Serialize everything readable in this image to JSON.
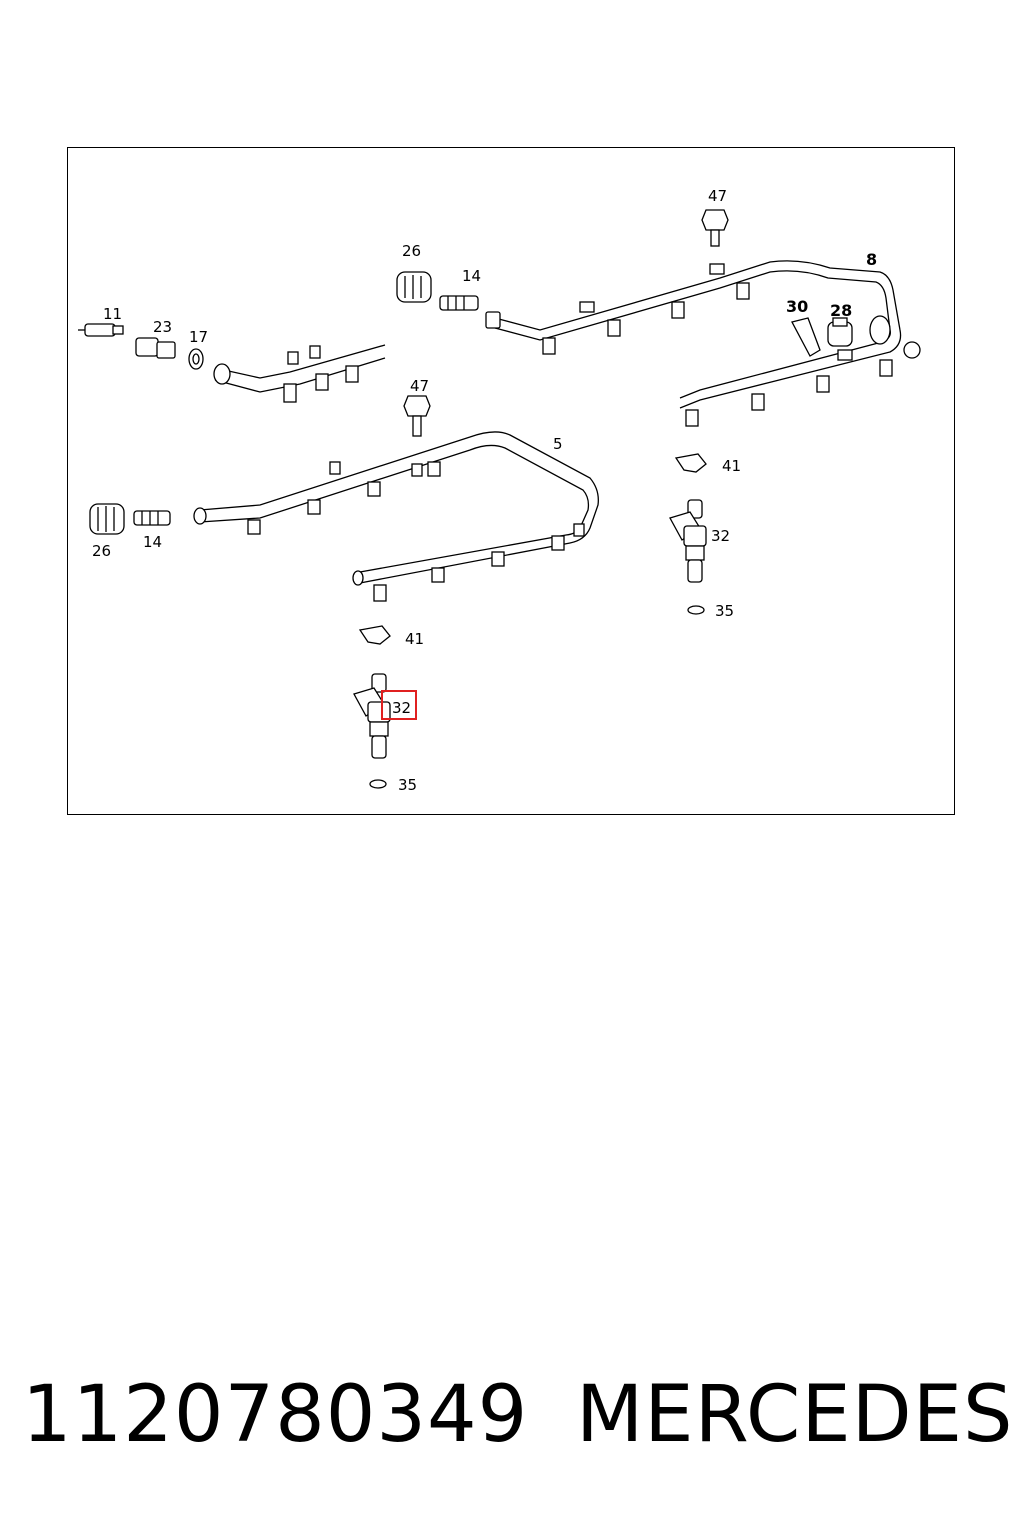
{
  "diagram": {
    "callouts": [
      {
        "id": "c47a",
        "label": "47"
      },
      {
        "id": "c8",
        "label": "8"
      },
      {
        "id": "c26a",
        "label": "26"
      },
      {
        "id": "c14a",
        "label": "14"
      },
      {
        "id": "c11",
        "label": "11"
      },
      {
        "id": "c23",
        "label": "23"
      },
      {
        "id": "c17",
        "label": "17"
      },
      {
        "id": "c30",
        "label": "30"
      },
      {
        "id": "c28",
        "label": "28"
      },
      {
        "id": "c47b",
        "label": "47"
      },
      {
        "id": "c5",
        "label": "5"
      },
      {
        "id": "c41a",
        "label": "41"
      },
      {
        "id": "c32a",
        "label": "32"
      },
      {
        "id": "c26b",
        "label": "26"
      },
      {
        "id": "c14b",
        "label": "14"
      },
      {
        "id": "c35a",
        "label": "35"
      },
      {
        "id": "c41b",
        "label": "41"
      },
      {
        "id": "c32b",
        "label": "32"
      },
      {
        "id": "c35b",
        "label": "35"
      }
    ],
    "highlighted_part": "32",
    "highlight_color": "#e02020"
  },
  "footer": {
    "part_number": "1120780349",
    "brand": "MERCEDES"
  }
}
